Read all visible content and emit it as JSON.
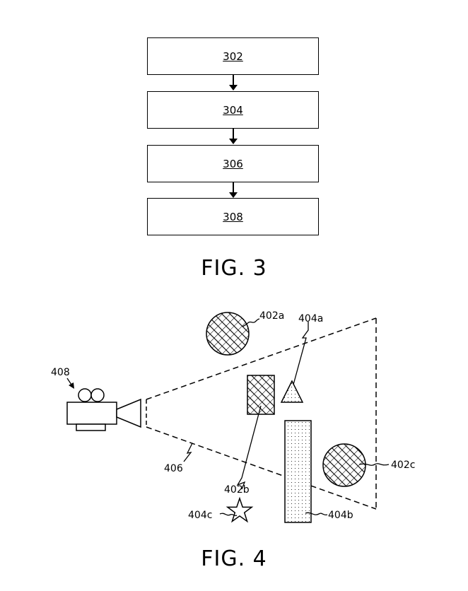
{
  "fig3": {
    "boxes": [
      "302",
      "304",
      "306",
      "308"
    ],
    "caption": "FIG. 3"
  },
  "fig4": {
    "caption": "FIG. 4",
    "labels": {
      "camera": "408",
      "fov": "406",
      "circle_top": "402a",
      "rect_hatched": "402b",
      "circle_right": "402c",
      "triangle": "404a",
      "tall_rect": "404b",
      "star": "404c"
    }
  }
}
